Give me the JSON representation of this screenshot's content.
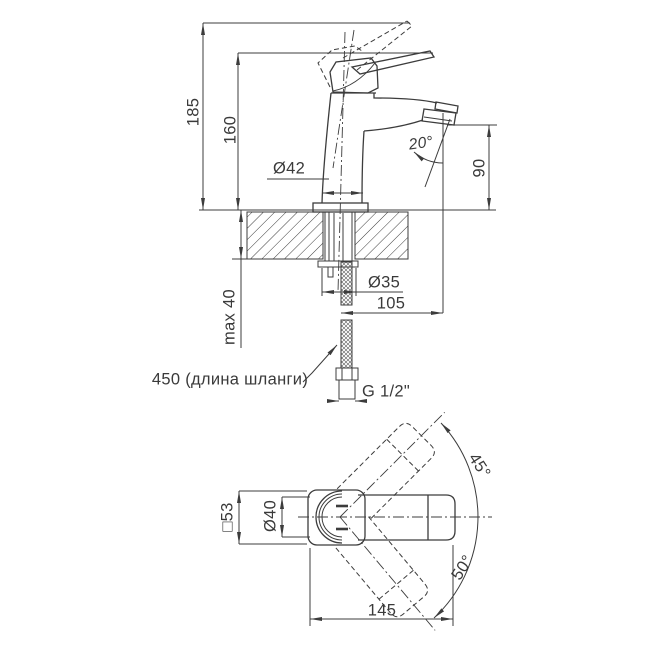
{
  "drawing": {
    "title": "faucet-installation-dimension-drawing",
    "colors": {
      "line": "#3c3c3c",
      "text": "#3a3a3a",
      "background": "#ffffff"
    },
    "side_view": {
      "dims": {
        "overall_height": "185",
        "height_to_handle": "160",
        "max_mount_thickness": "max 40",
        "base_diameter": "Ø42",
        "spout_angle": "20°",
        "spout_outlet_height": "90",
        "mount_hole_diameter": "Ø35",
        "spout_reach": "105",
        "hose_length_note": "450 (длина шланги)",
        "thread_size": "G 1/2\""
      }
    },
    "top_view": {
      "dims": {
        "base_square": "□53",
        "body_diameter": "Ø40",
        "swivel_up": "45°",
        "swivel_down": "50°",
        "spout_length": "145"
      }
    }
  }
}
